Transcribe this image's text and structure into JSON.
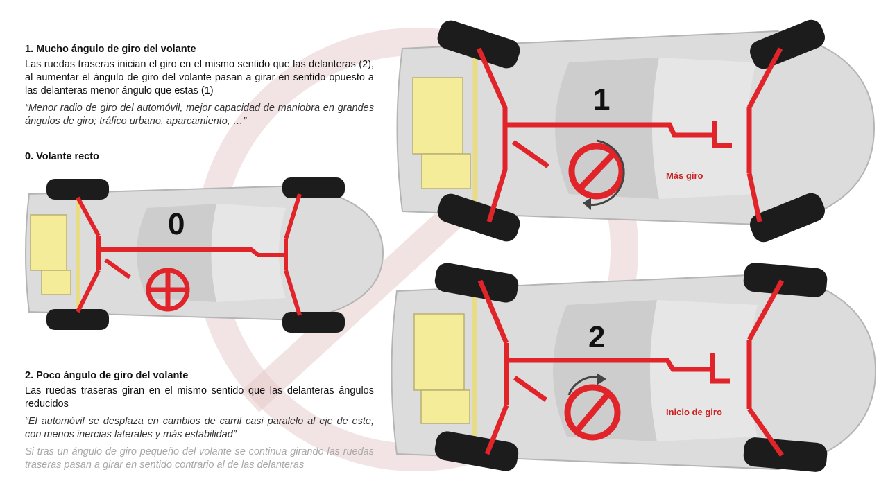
{
  "texts": {
    "block1": {
      "heading": "1. Mucho ángulo de giro del volante",
      "para": "Las ruedas traseras inician el giro en el mismo sentido que las delanteras (2), al aumentar el ángulo de giro del volante pasan a girar en sentido opuesto a las delanteras menor ángulo que estas (1)",
      "quote": "“Menor radio de giro del automóvil, mejor capacidad de maniobra en grandes ángulos de giro; tráfico urbano, aparcamiento, …”"
    },
    "block0": {
      "heading": "0. Volante recto"
    },
    "block2": {
      "heading": "2. Poco ángulo de giro del volante",
      "para": "Las ruedas traseras giran en el mismo sentido que las delanteras ángulos reducidos",
      "quote": "“El automóvil se desplaza en cambios de carril casi paralelo al eje de este, con menos inercias laterales y más estabilidad”",
      "note": "Si tras un ángulo de giro pequeño del volante se continua girando las ruedas traseras pasan a girar en sentido contrario al de las delanteras"
    }
  },
  "cars": {
    "car0": {
      "number": "0"
    },
    "car1": {
      "number": "1",
      "label": "Más giro"
    },
    "car2": {
      "number": "2",
      "label": "Inicio de giro"
    }
  },
  "colors": {
    "accent_red": "#e0242a",
    "label_red": "#cc1f1f",
    "engine_yellow": "#f5ec9a",
    "car_body": "#d9d9d9",
    "tire": "#1c1c1c",
    "note_gray": "#a8a8a8"
  }
}
